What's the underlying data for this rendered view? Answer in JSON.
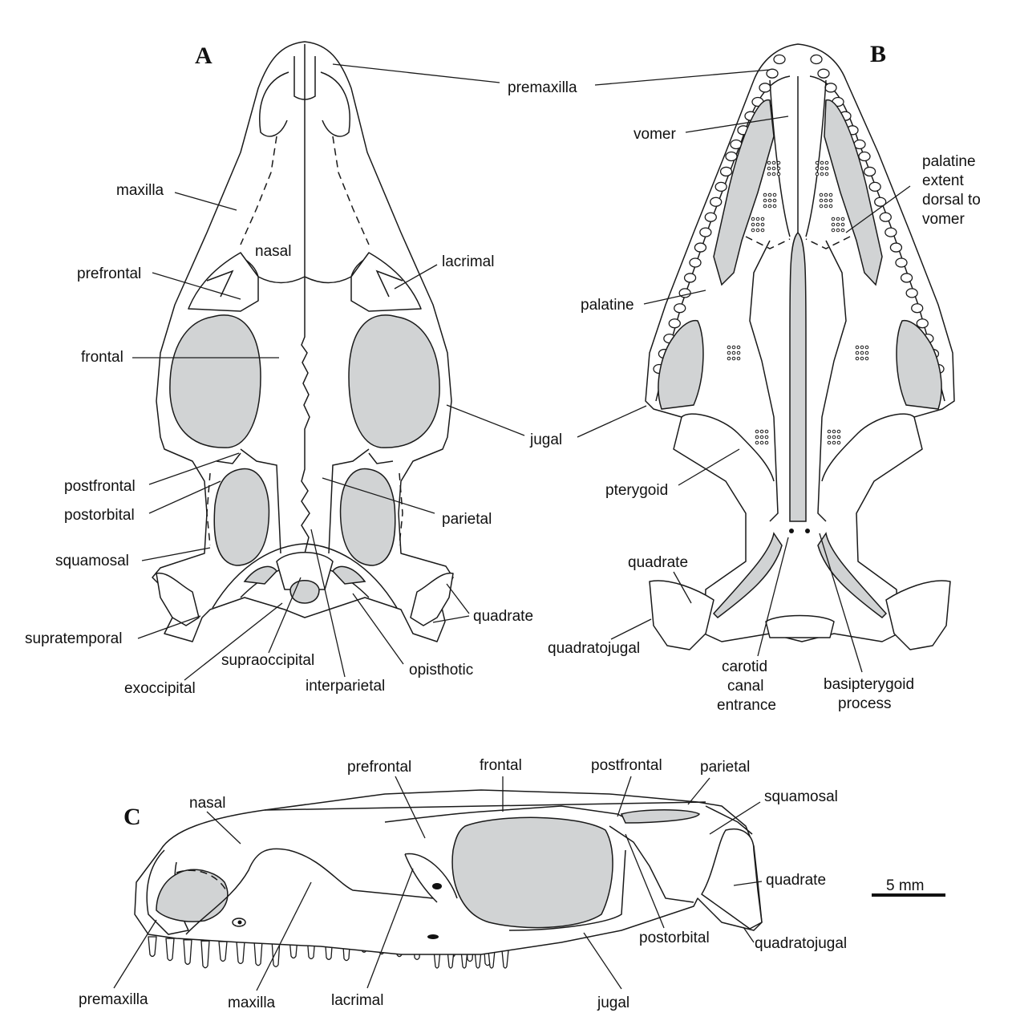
{
  "panels": {
    "a": {
      "letter": "A",
      "labels": {
        "premaxilla": "premaxilla",
        "maxilla": "maxilla",
        "nasal": "nasal",
        "prefrontal": "prefrontal",
        "lacrimal": "lacrimal",
        "frontal": "frontal",
        "jugal": "jugal",
        "postfrontal": "postfrontal",
        "postorbital": "postorbital",
        "parietal": "parietal",
        "squamosal": "squamosal",
        "quadrate": "quadrate",
        "supratemporal": "supratemporal",
        "exoccipital": "exoccipital",
        "supraoccipital": "supraoccipital",
        "interparietal": "interparietal",
        "opisthotic": "opisthotic"
      }
    },
    "b": {
      "letter": "B",
      "labels": {
        "vomer": "vomer",
        "palatine_note": [
          "palatine",
          "extent",
          "dorsal to",
          "vomer"
        ],
        "palatine": "palatine",
        "pterygoid": "pterygoid",
        "quadrate": "quadrate",
        "quadratojugal": "quadratojugal",
        "carotid": [
          "carotid",
          "canal",
          "entrance"
        ],
        "basipterygoid": [
          "basipterygoid",
          "process"
        ]
      }
    },
    "c": {
      "letter": "C",
      "labels": {
        "nasal": "nasal",
        "prefrontal": "prefrontal",
        "frontal": "frontal",
        "postfrontal": "postfrontal",
        "parietal": "parietal",
        "squamosal": "squamosal",
        "quadrate": "quadrate",
        "postorbital": "postorbital",
        "quadratojugal": "quadratojugal",
        "premaxilla": "premaxilla",
        "maxilla": "maxilla",
        "lacrimal": "lacrimal",
        "jugal": "jugal"
      }
    }
  },
  "scale_bar": {
    "label": "5 mm"
  },
  "colors": {
    "fenestra_fill": "#d1d3d4",
    "outline": "#1a1a1a"
  }
}
